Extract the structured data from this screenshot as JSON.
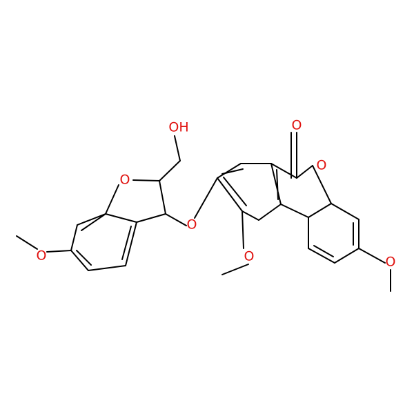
{
  "colors": {
    "background": "#ffffff",
    "bond": "#000000",
    "oxygen": "#e0120f"
  },
  "atoms": {
    "carbonyl_o": "O",
    "lactone_o": "O",
    "ether_bridge_o": "O",
    "furan_o": "O",
    "hydroxyl": "OH",
    "methoxy_1_o": "O",
    "methoxy_3_o": "O",
    "methoxy_6_o": "O"
  }
}
